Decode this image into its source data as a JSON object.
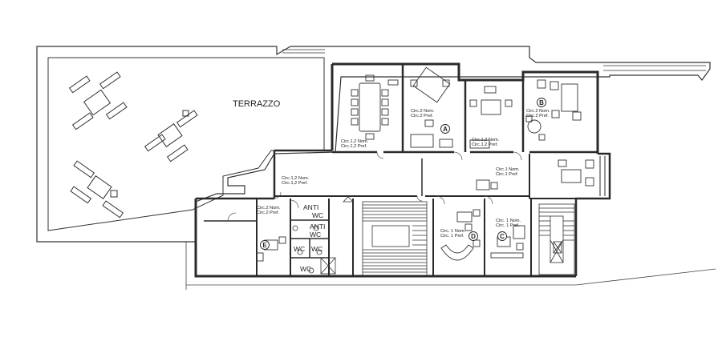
{
  "labels": {
    "terrace": "TERRAZZO",
    "rooms": [
      {
        "line1": "Circ.1,2 Nom.",
        "line2": "Circ.1,2 Pref."
      },
      {
        "line1": "Circ.2 Nom.",
        "line2": "Circ.2 Pref."
      },
      {
        "line1": "Circ.1,2 Nom.",
        "line2": "Circ.1,2 Pref."
      },
      {
        "line1": "Circ.2 Nom.",
        "line2": "Circ.2 Pref."
      },
      {
        "line1": "Circ.1,2 Nom.",
        "line2": "Circ.1,2 Pref."
      },
      {
        "line1": "Circ.1 Nom.",
        "line2": "Circ.1 Pref."
      },
      {
        "line1": "Circ.2 Nom.",
        "line2": "Circ.2 Pref."
      },
      {
        "line1": "Circ. 1 Nom.",
        "line2": "Circ. 1 Pref."
      },
      {
        "line1": "Circ. 1 Nom.",
        "line2": "Circ. 1 Pref."
      }
    ],
    "anti_1": "ANTI",
    "wc_1": "WC",
    "anti_2": "ANTI",
    "wc_2": "WC",
    "wc_3": "WC",
    "wc_4": "WC",
    "wc_5": "WC"
  },
  "markers": [
    {
      "letter": "A"
    },
    {
      "letter": "B"
    },
    {
      "letter": "C"
    },
    {
      "letter": "D"
    },
    {
      "letter": "E"
    }
  ],
  "colors": {
    "wall": "#2a2a2a",
    "thin": "#555555"
  }
}
